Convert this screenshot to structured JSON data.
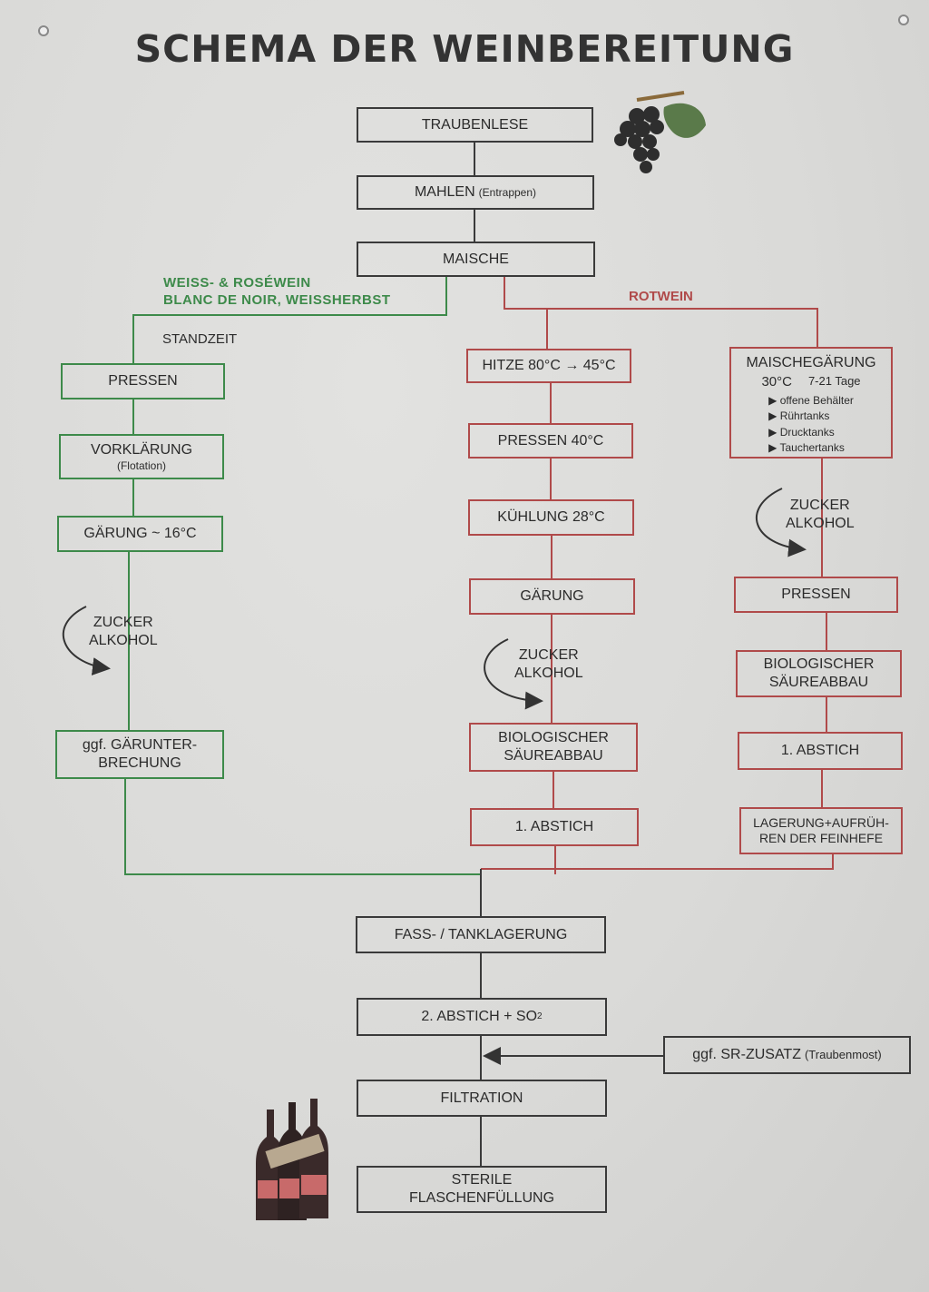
{
  "title": "SCHEMA DER WEINBEREITUNG",
  "main": {
    "traubenlese": "TRAUBENLESE",
    "mahlen": "MAHLEN",
    "mahlen_note": "(Entrappen)",
    "maische": "MAISCHE"
  },
  "branch_labels": {
    "weiss_line1": "WEISS- & ROSÉWEIN",
    "weiss_line2": "BLANC DE NOIR, WEISSHERBST",
    "rotwein": "ROTWEIN",
    "standzeit": "STANDZEIT"
  },
  "weiss": {
    "pressen": "PRESSEN",
    "vorklaerung": "VORKLÄRUNG",
    "vorklaerung_note": "(Flotation)",
    "gaerung": "GÄRUNG ~ 16°C",
    "zucker": "ZUCKER",
    "alkohol": "ALKOHOL",
    "gaerunterbrechung_1": "ggf. GÄRUNTER-",
    "gaerunterbrechung_2": "BRECHUNG"
  },
  "rot_hitze": {
    "hitze": "HITZE 80°C → 45°C",
    "pressen": "PRESSEN 40°C",
    "kuehlung": "KÜHLUNG 28°C",
    "gaerung": "GÄRUNG",
    "zucker": "ZUCKER",
    "alkohol": "ALKOHOL",
    "bsa_1": "BIOLOGISCHER",
    "bsa_2": "SÄUREABBAU",
    "abstich": "1. ABSTICH"
  },
  "rot_maische": {
    "title": "MAISCHEGÄRUNG",
    "temp": "30°C",
    "days": "7-21 Tage",
    "items": [
      "offene Behälter",
      "Rührtanks",
      "Drucktanks",
      "Tauchertanks"
    ],
    "zucker": "ZUCKER",
    "alkohol": "ALKOHOL",
    "pressen": "PRESSEN",
    "bsa_1": "BIOLOGISCHER",
    "bsa_2": "SÄUREABBAU",
    "abstich": "1. ABSTICH",
    "lagerung_1": "LAGERUNG+AUFRÜH-",
    "lagerung_2": "REN DER FEINHEFE"
  },
  "final": {
    "lagerung": "FASS- / TANKLAGERUNG",
    "abstich2": "2. ABSTICH + SO",
    "abstich2_sub": "2",
    "sr_zusatz": "ggf. SR-ZUSATZ",
    "sr_note": "(Traubenmost)",
    "filtration": "FILTRATION",
    "abfuellung_1": "STERILE",
    "abfuellung_2": "FLASCHENFÜLLUNG"
  },
  "colors": {
    "green": "#3d8a4a",
    "red": "#b04a4a",
    "dark": "#3a3a3a"
  },
  "icons": [
    "grapes-icon",
    "wine-bottles-icon"
  ]
}
